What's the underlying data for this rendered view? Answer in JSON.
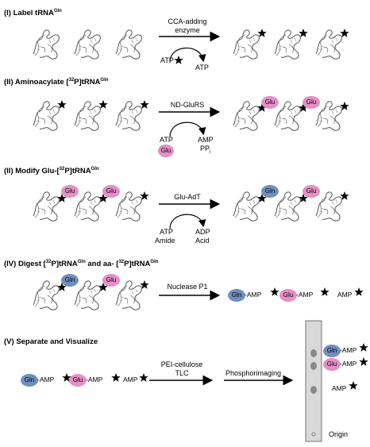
{
  "steps": {
    "s1": {
      "roman": "(I)",
      "title": "Label tRNA",
      "sup": "Gln",
      "enzyme": "CCA-adding\nenzyme",
      "in": "ATP",
      "out": "ATP"
    },
    "s2": {
      "roman": "(II)",
      "title_a": "Aminoacylate [",
      "title_sup1": "32",
      "title_b": "P]tRNA",
      "title_sup2": "Gln",
      "enzyme": "ND-GluRS",
      "in_top": "ATP",
      "in_bottom": "Glu",
      "out_top": "AMP",
      "out_bottom": "PP",
      "out_bottom_sub": "i"
    },
    "s3": {
      "roman": "(II)",
      "title_a": "Modify Glu-[",
      "title_sup1": "32",
      "title_b": "P]tRNA",
      "title_sup2": "Gln",
      "enzyme": "Glu-AdT",
      "in_top": "ATP",
      "in_bottom": "Amide",
      "out_top": "ADP",
      "out_bottom": "Acid"
    },
    "s4": {
      "roman": "(IV)",
      "title_a": "Digest [",
      "title_sup1": "32",
      "title_b": "P]tRNA",
      "title_sup2": "Gln",
      "title_c": " and aa- [",
      "title_sup3": "32",
      "title_d": "P]tRNA",
      "title_sup4": "Gln",
      "enzyme": "Nuclease P1"
    },
    "s5": {
      "roman": "(V)",
      "title": "Separate and Visualize",
      "method": "PEI-cellulose\nTLC",
      "detect": "Phosphorimaging",
      "origin": "Origin"
    }
  },
  "badges": {
    "gln": "Gln",
    "glu": "Glu"
  },
  "products": {
    "gln_amp": "-AMP",
    "glu_amp": "-AMP",
    "amp": "AMP"
  },
  "colors": {
    "glu": "#e58fc6",
    "gln": "#6f8fbf",
    "spot": "#888888",
    "tlc_plate": "#d9d9d9"
  }
}
